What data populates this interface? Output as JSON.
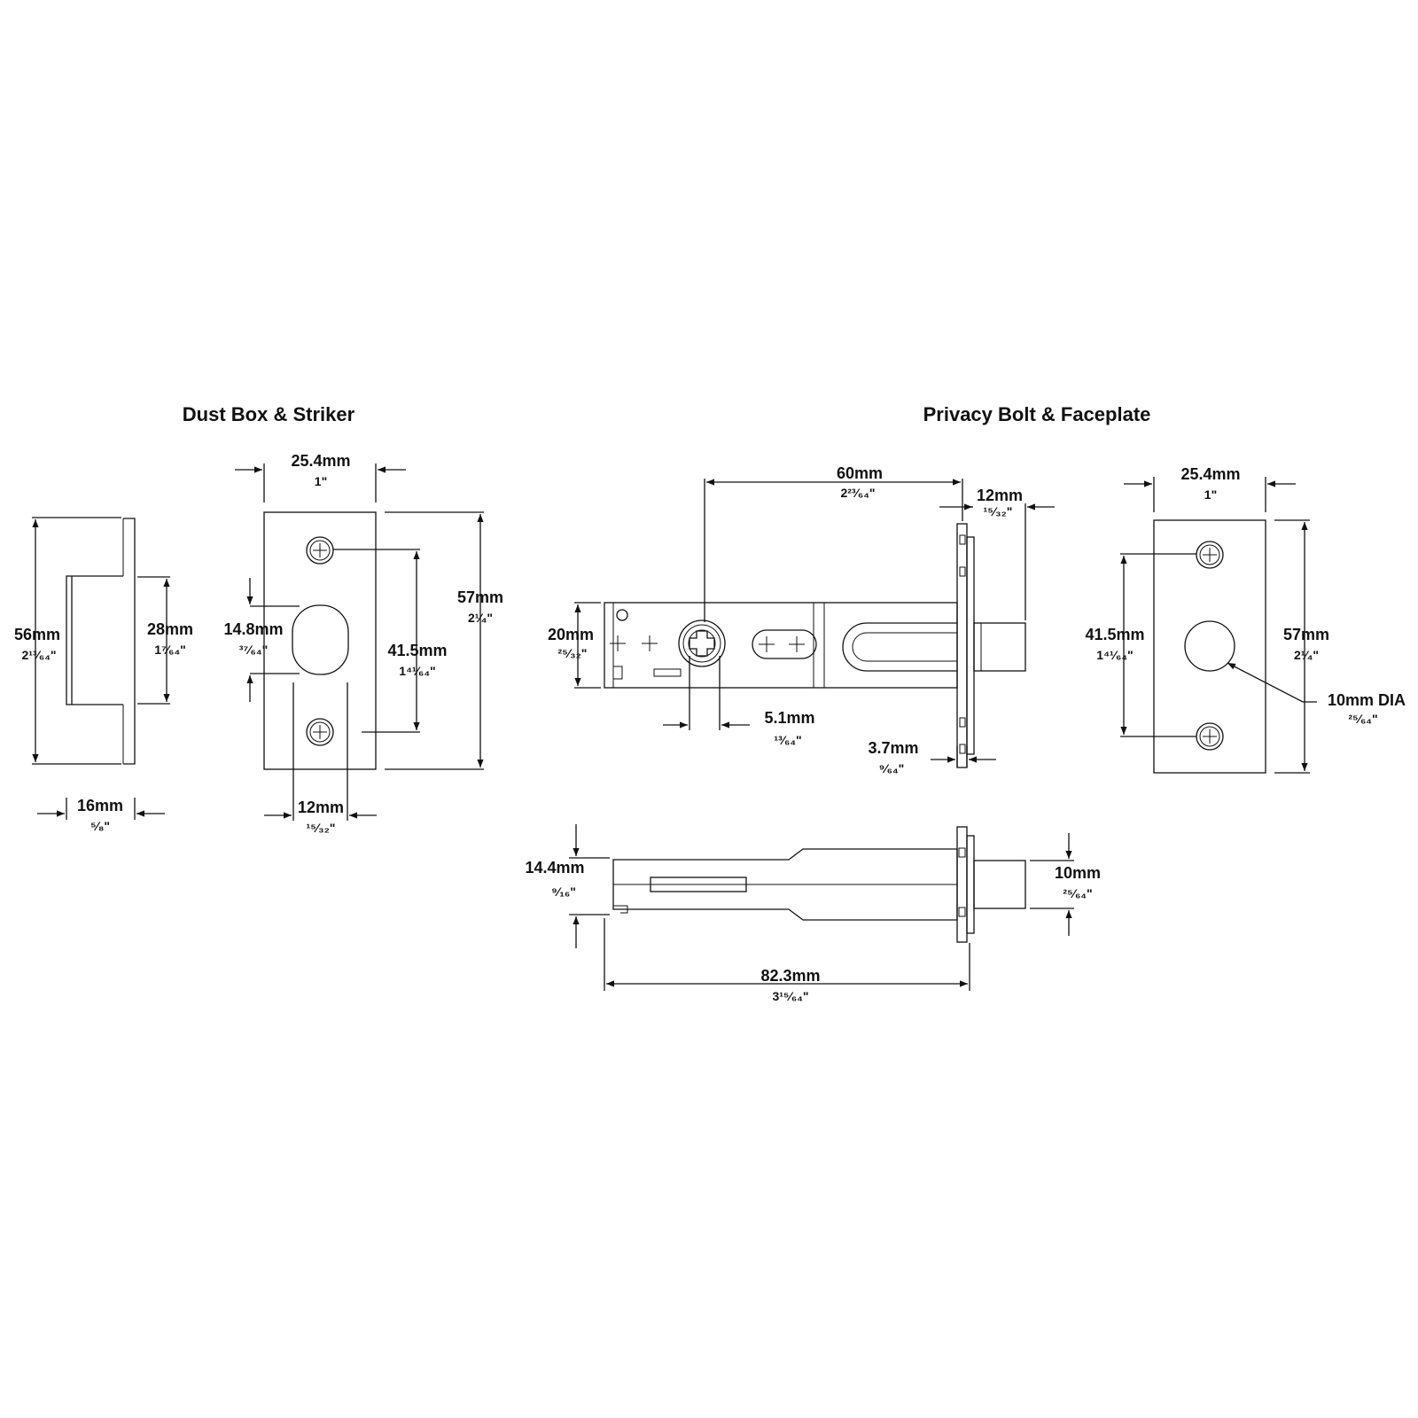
{
  "sections": {
    "dust_box_title": "Dust Box & Striker",
    "privacy_bolt_title": "Privacy Bolt & Faceplate"
  },
  "dims": {
    "dust_height_mm": "56mm",
    "dust_height_in": "2¹³⁄₆₄\"",
    "dust_inner_mm": "28mm",
    "dust_inner_in": "1⁷⁄₆₄\"",
    "dust_depth_mm": "16mm",
    "dust_depth_in": "⁵⁄₈\"",
    "striker_width_mm": "25.4mm",
    "striker_width_in": "1\"",
    "striker_hole_mm": "14.8mm",
    "striker_hole_in": "³⁷⁄₆₄\"",
    "striker_screw_mm": "41.5mm",
    "striker_screw_in": "1⁴¹⁄₆₄\"",
    "striker_height_mm": "57mm",
    "striker_height_in": "2¹⁄₄\"",
    "striker_hole_width_mm": "12mm",
    "striker_hole_width_in": "¹⁵⁄₃₂\"",
    "backset_mm": "60mm",
    "backset_in": "2²³⁄₆₄\"",
    "bolt_throw_mm": "12mm",
    "bolt_throw_in": "¹⁵⁄₃₂\"",
    "body_height_mm": "20mm",
    "body_height_in": "²⁵⁄₃₂\"",
    "spindle_mm": "5.1mm",
    "spindle_in": "¹³⁄₆₄\"",
    "plate_thick_mm": "3.7mm",
    "plate_thick_in": "⁹⁄₆₄\"",
    "face_width_mm": "25.4mm",
    "face_width_in": "1\"",
    "face_screw_mm": "41.5mm",
    "face_screw_in": "1⁴¹⁄₆₄\"",
    "face_height_mm": "57mm",
    "face_height_in": "2¹⁄₄\"",
    "face_hole_mm": "10mm DIA",
    "face_hole_in": "²⁵⁄₆₄\"",
    "side_height_mm": "14.4mm",
    "side_height_in": "⁹⁄₁₆\"",
    "bolt_dia_mm": "10mm",
    "bolt_dia_in": "²⁵⁄₆₄\"",
    "overall_mm": "82.3mm",
    "overall_in": "3¹⁵⁄₆₄\""
  },
  "colors": {
    "line": "#111111",
    "background": "#ffffff"
  }
}
